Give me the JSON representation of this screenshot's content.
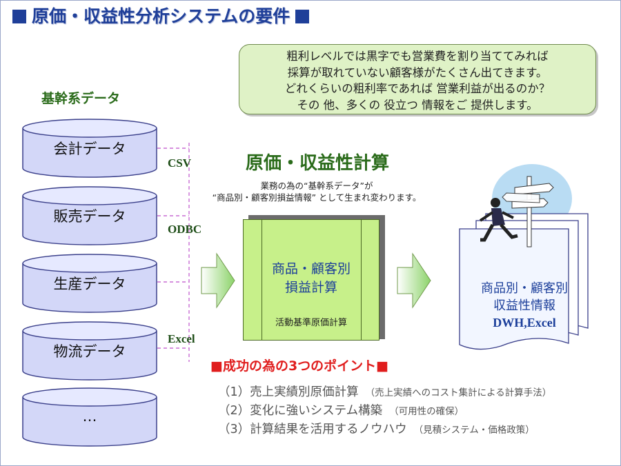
{
  "title": "原価・収益性分析システムの要件",
  "note": {
    "lines": [
      "粗利レベルでは黒字でも営業費を割り当ててみれば",
      "採算が取れていない顧客様がたくさん出てきます。",
      "どれくらいの粗利率であれば 営業利益が出るのか？",
      "その 他、多くの 役立つ 情報をご 提供します。"
    ]
  },
  "sources": {
    "label": "基幹系データ",
    "items": [
      "会計データ",
      "販売データ",
      "生産データ",
      "物流データ",
      "…"
    ]
  },
  "connectors": [
    "CSV",
    "ODBC",
    "Excel"
  ],
  "calc": {
    "title": "原価・収益性計算",
    "desc_line1": "業務の為の“基幹系データ”が",
    "desc_line2": "“商品別・顧客別損益情報” として生まれ変わります。",
    "box_line1": "商品・顧客別",
    "box_line2": "損益計算",
    "box_sub": "活動基準原価計算"
  },
  "output": {
    "line1": "商品別・顧客別",
    "line2": "収益性情報",
    "line3": "DWH,Excel"
  },
  "points": {
    "title": "■成功の為の3つのポイント■",
    "items": [
      {
        "main": "（1）売上実績別原価計算",
        "sub": "（売上実績へのコスト集計による計算手法）"
      },
      {
        "main": "（2）変化に強いシステム構築",
        "sub": "（可用性の確保）"
      },
      {
        "main": "（3）計算結果を活用するノウハウ",
        "sub": "（見積システム・価格政策）"
      }
    ]
  },
  "colors": {
    "title": "#1f3f99",
    "green_label": "#2a6b1a",
    "accent_red": "#e01d1d",
    "box_fill": "#c7f08a",
    "db_fill": "#d3d7f8",
    "note_fill": "#dff2c6"
  }
}
